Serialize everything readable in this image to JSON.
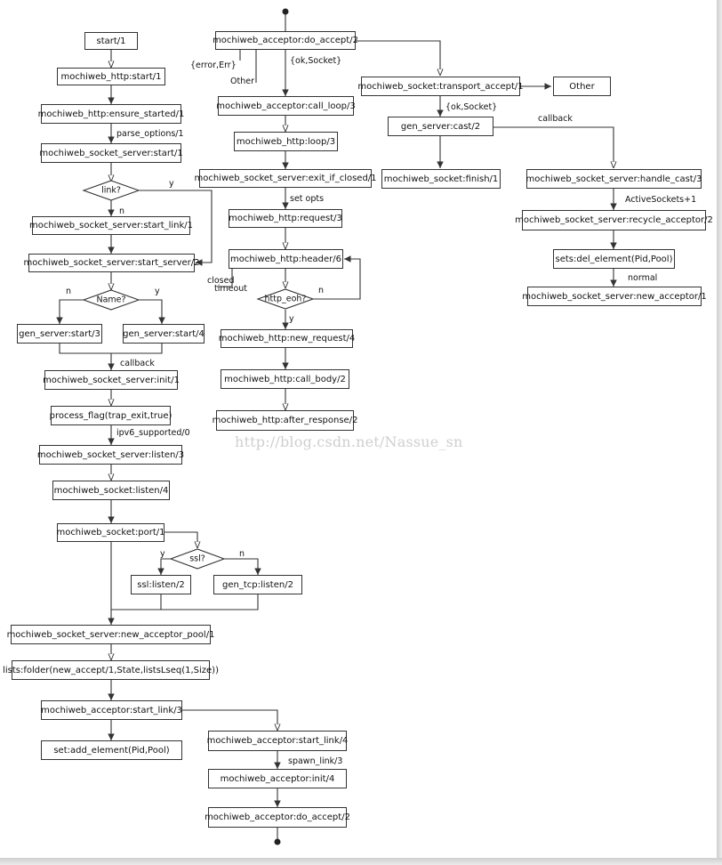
{
  "nodes": {
    "start1": "start/1",
    "http_start1": "mochiweb_http:start/1",
    "http_ensure_started1": "mochiweb_http:ensure_started/1",
    "socket_server_start1": "mochiweb_socket_server:start/1",
    "socket_server_start_link1": "mochiweb_socket_server:start_link/1",
    "socket_server_start_server2": "mochiweb_socket_server:start_server/2",
    "gen_server_start3": "gen_server:start/3",
    "gen_server_start4": "gen_server:start/4",
    "socket_server_init1": "mochiweb_socket_server:init/1",
    "process_flag": "process_flag(trap_exit,true)",
    "socket_server_listen3": "mochiweb_socket_server:listen/3",
    "socket_listen4": "mochiweb_socket:listen/4",
    "socket_port1": "mochiweb_socket:port/1",
    "ssl_listen2": "ssl:listen/2",
    "gen_tcp_listen2": "gen_tcp:listen/2",
    "new_acceptor_pool1": "mochiweb_socket_server:new_acceptor_pool/1",
    "lists_folder": "lists:folder(new_accept/1,State,listsLseq(1,Size))",
    "acceptor_start_link3": "mochiweb_acceptor:start_link/3",
    "sets_add_element": "set:add_element(Pid,Pool)",
    "acceptor_start_link4": "mochiweb_acceptor:start_link/4",
    "acceptor_init4": "mochiweb_acceptor:init/4",
    "acceptor_do_accept2_bottom": "mochiweb_acceptor:do_accept/2",
    "acceptor_do_accept2_top": "mochiweb_acceptor:do_accept/2",
    "acceptor_call_loop3": "mochiweb_acceptor:call_loop/3",
    "http_loop3": "mochiweb_http:loop/3",
    "socket_server_exit_if_closed1": "mochiweb_socket_server:exit_if_closed/1",
    "http_request3": "mochiweb_http:request/3",
    "http_header6": "mochiweb_http:header/6",
    "http_new_request4": "mochiweb_http:new_request/4",
    "http_call_body2": "mochiweb_http:call_body/2",
    "http_after_response2": "mochiweb_http:after_response/2",
    "socket_transport_accept1": "mochiweb_socket:transport_accept/1",
    "other_box": "Other",
    "gen_server_cast2": "gen_server:cast/2",
    "socket_finish1": "mochiweb_socket:finish/1",
    "socket_server_handle_cast3": "mochiweb_socket_server:handle_cast/3",
    "socket_server_recycle_acceptor2": "mochiweb_socket_server:recycle_acceptor/2",
    "sets_del_element": "sets:del_element(Pid,Pool)",
    "socket_server_new_acceptor1": "mochiweb_socket_server:new_acceptor/1"
  },
  "decisions": {
    "link": "link?",
    "name": "Name?",
    "ssl": "ssl?",
    "http_eoh": "http_eoh?"
  },
  "labels": {
    "parse_options": "parse_options/1",
    "link_y": "y",
    "link_n": "n",
    "name_n": "n",
    "name_y": "y",
    "callback_left": "callback",
    "ipv6": "ipv6_supported/0",
    "ssl_y": "y",
    "ssl_n": "n",
    "spawn_link": "spawn_link/3",
    "error_err": "{error,Err}",
    "other_text": "Other",
    "ok_socket_1": "{ok,Socket}",
    "set_opts": "set opts",
    "closed": "closed",
    "timeout": "timeout",
    "eoh_n": "n",
    "eoh_y": "y",
    "ok_socket_2": "{ok,Socket}",
    "callback_right": "callback",
    "active_sockets": "ActiveSockets+1",
    "normal": "normal"
  },
  "watermark": "http://blog.csdn.net/Nassue_sn"
}
